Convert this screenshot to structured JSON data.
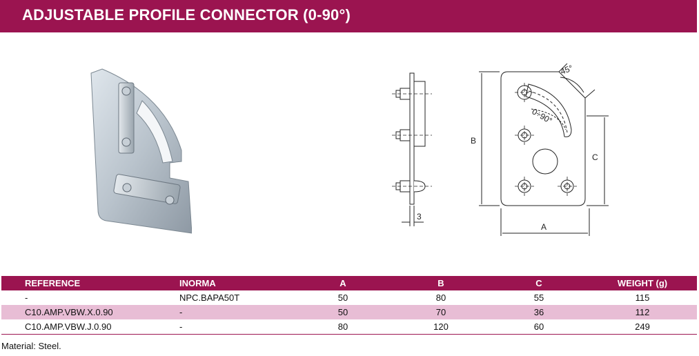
{
  "header": {
    "title": "ADJUSTABLE PROFILE CONNECTOR (0-90°)"
  },
  "drawing": {
    "label_a": "A",
    "label_b": "B",
    "label_c": "C",
    "label_thickness": "3",
    "label_angle": "45°",
    "label_range": "0÷90°"
  },
  "table": {
    "headers": [
      "REFERENCE",
      "INORMA",
      "A",
      "B",
      "C",
      "WEIGHT (g)"
    ],
    "rows": [
      [
        "-",
        "NPC.BAPA50T",
        "50",
        "80",
        "55",
        "115"
      ],
      [
        "C10.AMP.VBW.X.0.90",
        "-",
        "50",
        "70",
        "36",
        "112"
      ],
      [
        "C10.AMP.VBW.J.0.90",
        "-",
        "80",
        "120",
        "60",
        "249"
      ]
    ]
  },
  "footer": {
    "note": "Material: Steel."
  }
}
